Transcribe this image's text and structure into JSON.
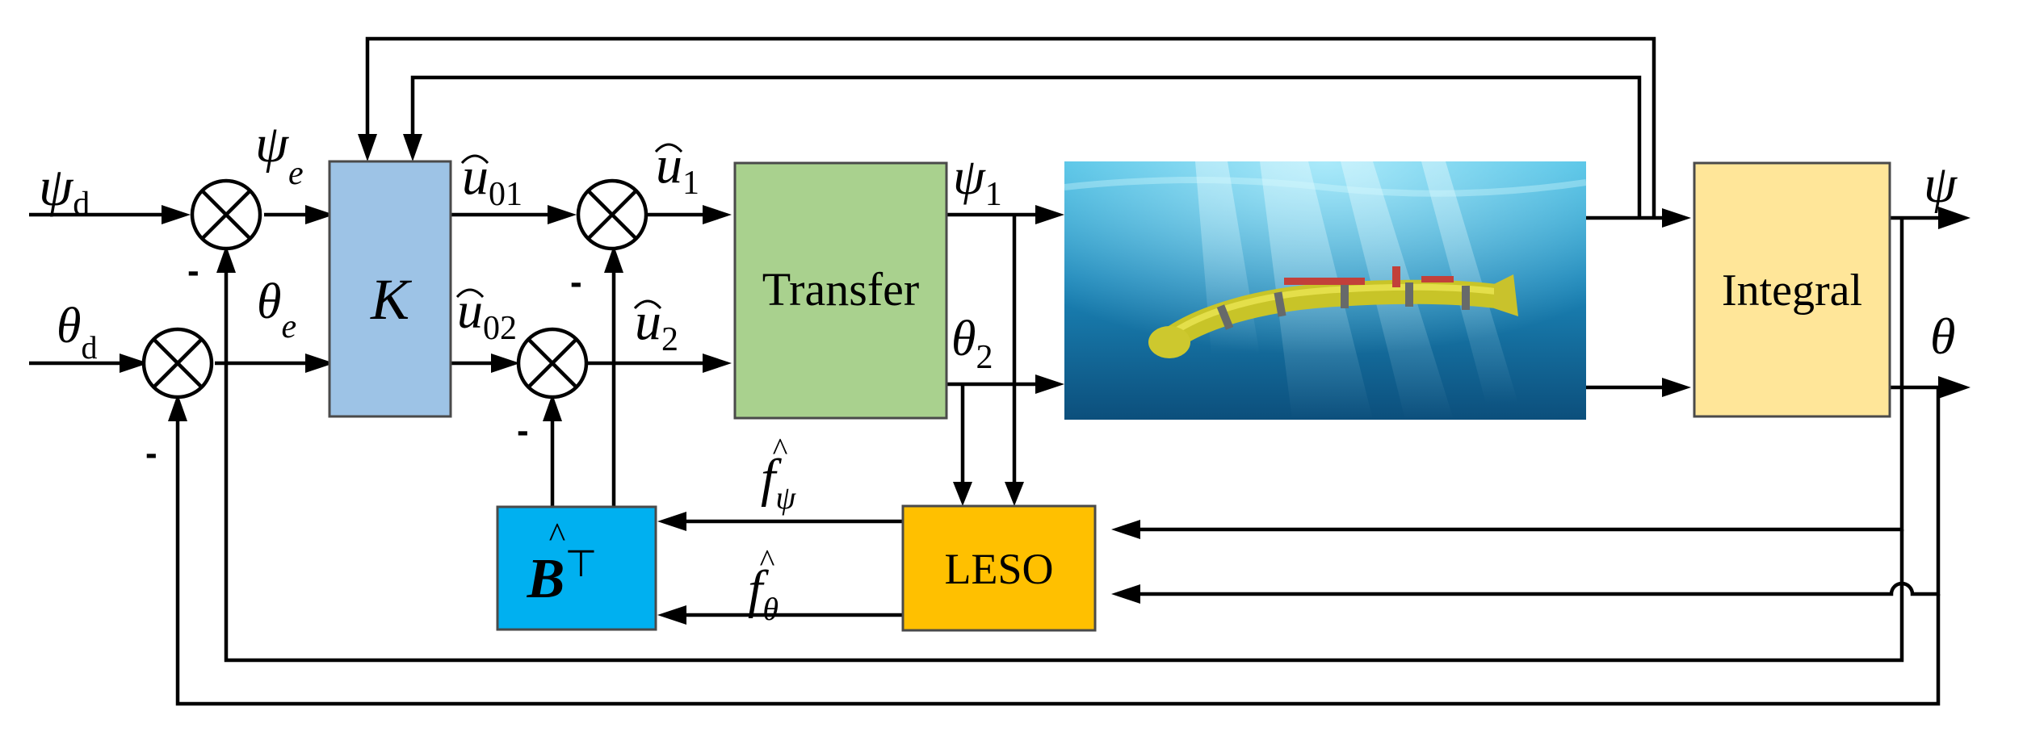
{
  "inputs": {
    "psi_d": {
      "main": "ψ",
      "sub": "d"
    },
    "theta_d": {
      "main": "θ",
      "sub": "d"
    }
  },
  "errors": {
    "psi_e": {
      "main": "ψ",
      "sub": "e"
    },
    "theta_e": {
      "main": "θ",
      "sub": "e"
    }
  },
  "signals": {
    "u01": {
      "main": "u",
      "sub": "01"
    },
    "u02": {
      "main": "u",
      "sub": "02"
    },
    "u1": {
      "main": "u",
      "sub": "1"
    },
    "u2": {
      "main": "u",
      "sub": "2"
    },
    "psi1": {
      "main": "ψ",
      "sub": "1"
    },
    "theta2": {
      "main": "θ",
      "sub": "2"
    },
    "f_psi": {
      "main": "f",
      "sub": "ψ"
    },
    "f_theta": {
      "main": "f",
      "sub": "θ"
    }
  },
  "outputs": {
    "psi": "ψ",
    "theta": "θ"
  },
  "blocks": {
    "k": {
      "label": "K",
      "color": "#9dc3e6"
    },
    "transfer": {
      "label": "Transfer",
      "color": "#a9d18e"
    },
    "integral": {
      "label": "Integral",
      "color": "#ffe699"
    },
    "leso": {
      "label": "LESO",
      "color": "#ffc000"
    },
    "b": {
      "label": "B",
      "sup": "⊤",
      "color": "#00b0f0"
    }
  },
  "hat_mark": "^",
  "minus_sign": "-",
  "photo": {
    "subject": "underwater snake robot",
    "water_color": "#1a7fa8",
    "robot_color": "#c8c428"
  }
}
